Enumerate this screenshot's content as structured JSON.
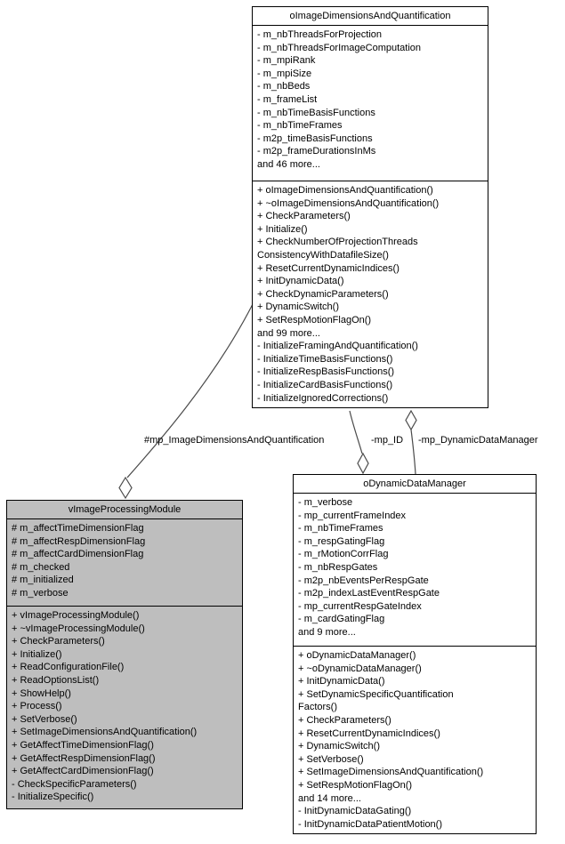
{
  "diagram": {
    "type": "uml-collaboration-graph",
    "colors": {
      "background": "#ffffff",
      "node_fill": "#ffffff",
      "highlight_fill": "#bebebe",
      "border": "#000000",
      "edge": "#4a4a4a",
      "text": "#000000"
    },
    "classes": [
      {
        "name": "oImageDimensionsAndQuantification",
        "attributes": [
          "- m_nbThreadsForProjection",
          "- m_nbThreadsForImageComputation",
          "- m_mpiRank",
          "- m_mpiSize",
          "- m_nbBeds",
          "- m_frameList",
          "- m_nbTimeBasisFunctions",
          "- m_nbTimeFrames",
          "- m2p_timeBasisFunctions",
          "- m2p_frameDurationsInMs",
          "and 46 more..."
        ],
        "methods": [
          "+ oImageDimensionsAndQuantification()",
          "+ ~oImageDimensionsAndQuantification()",
          "+ CheckParameters()",
          "+ Initialize()",
          "+ CheckNumberOfProjectionThreads",
          "ConsistencyWithDatafileSize()",
          "+ ResetCurrentDynamicIndices()",
          "+ InitDynamicData()",
          "+ CheckDynamicParameters()",
          "+ DynamicSwitch()",
          "+ SetRespMotionFlagOn()",
          "and 99 more...",
          "- InitializeFramingAndQuantification()",
          "- InitializeTimeBasisFunctions()",
          "- InitializeRespBasisFunctions()",
          "- InitializeCardBasisFunctions()",
          "- InitializeIgnoredCorrections()"
        ]
      },
      {
        "name": "vImageProcessingModule",
        "attributes": [
          "# m_affectTimeDimensionFlag",
          "# m_affectRespDimensionFlag",
          "# m_affectCardDimensionFlag",
          "# m_checked",
          "# m_initialized",
          "# m_verbose"
        ],
        "methods": [
          "+ vImageProcessingModule()",
          "+ ~vImageProcessingModule()",
          "+ CheckParameters()",
          "+ Initialize()",
          "+ ReadConfigurationFile()",
          "+ ReadOptionsList()",
          "+ ShowHelp()",
          "+ Process()",
          "+ SetVerbose()",
          "+ SetImageDimensionsAndQuantification()",
          "+ GetAffectTimeDimensionFlag()",
          "+ GetAffectRespDimensionFlag()",
          "+ GetAffectCardDimensionFlag()",
          "- CheckSpecificParameters()",
          "- InitializeSpecific()"
        ]
      },
      {
        "name": "oDynamicDataManager",
        "attributes": [
          "- m_verbose",
          "- mp_currentFrameIndex",
          "- m_nbTimeFrames",
          "- m_respGatingFlag",
          "- m_rMotionCorrFlag",
          "- m_nbRespGates",
          "- m2p_nbEventsPerRespGate",
          "- m2p_indexLastEventRespGate",
          "- mp_currentRespGateIndex",
          "- m_cardGatingFlag",
          "and 9 more..."
        ],
        "methods": [
          "+ oDynamicDataManager()",
          "+ ~oDynamicDataManager()",
          "+ InitDynamicData()",
          "+ SetDynamicSpecificQuantification",
          "Factors()",
          "+ CheckParameters()",
          "+ ResetCurrentDynamicIndices()",
          "+ DynamicSwitch()",
          "+ SetVerbose()",
          "+ SetImageDimensionsAndQuantification()",
          "+ SetRespMotionFlagOn()",
          "and 14 more...",
          "- InitDynamicDataGating()",
          "- InitDynamicDataPatientMotion()"
        ]
      }
    ],
    "edges": [
      {
        "label": "#mp_ImageDimensionsAndQuantification",
        "type": "aggregation",
        "diamond_end": "vImageProcessingModule",
        "other_end": "oImageDimensionsAndQuantification"
      },
      {
        "label": "-mp_ID",
        "type": "aggregation",
        "diamond_end": "oDynamicDataManager",
        "other_end": "oImageDimensionsAndQuantification"
      },
      {
        "label": "-mp_DynamicDataManager",
        "type": "aggregation",
        "diamond_end": "oImageDimensionsAndQuantification",
        "other_end": "oDynamicDataManager"
      }
    ]
  }
}
